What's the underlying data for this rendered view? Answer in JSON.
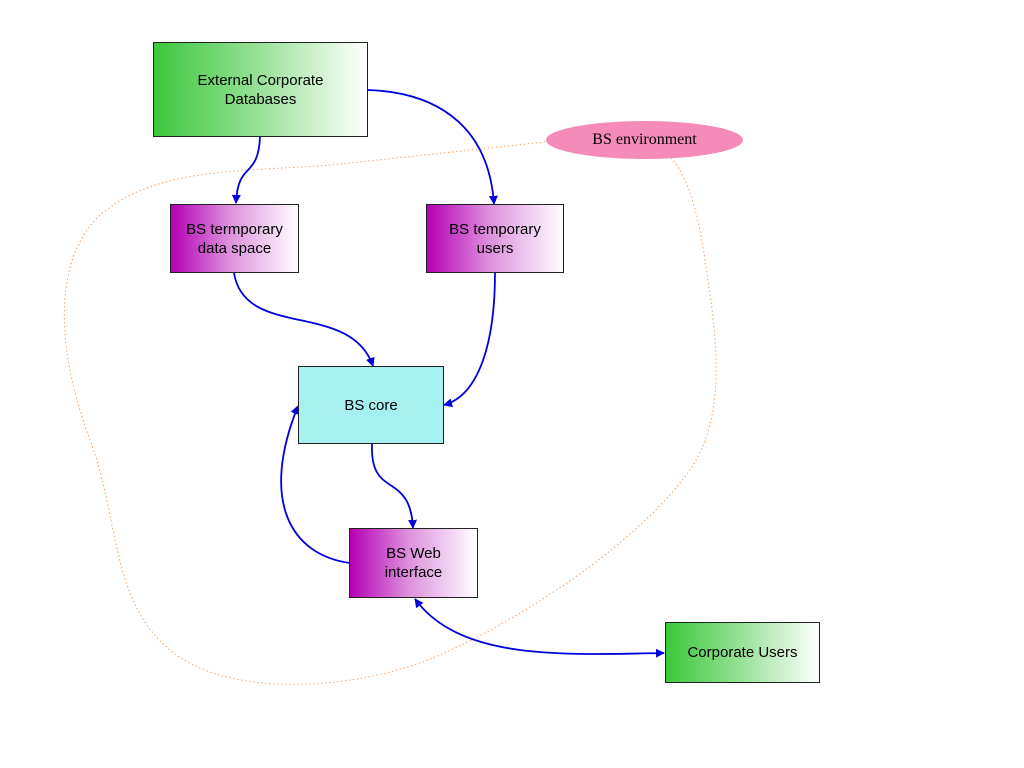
{
  "nodes": {
    "external_db": "External Corporate\nDatabases",
    "temp_data": "BS termporary\ndata space",
    "temp_users": "BS temporary\nusers",
    "core": "BS core",
    "web": "BS Web\ninterface",
    "corp_users": "Corporate Users"
  },
  "environment_label": "BS environment",
  "colors": {
    "edge": "#0000dd",
    "boundary": "#f4a060",
    "green": "#3cc83c",
    "magenta": "#b400b4",
    "cyan": "#a6f1ef",
    "pink": "#f48bb9"
  }
}
